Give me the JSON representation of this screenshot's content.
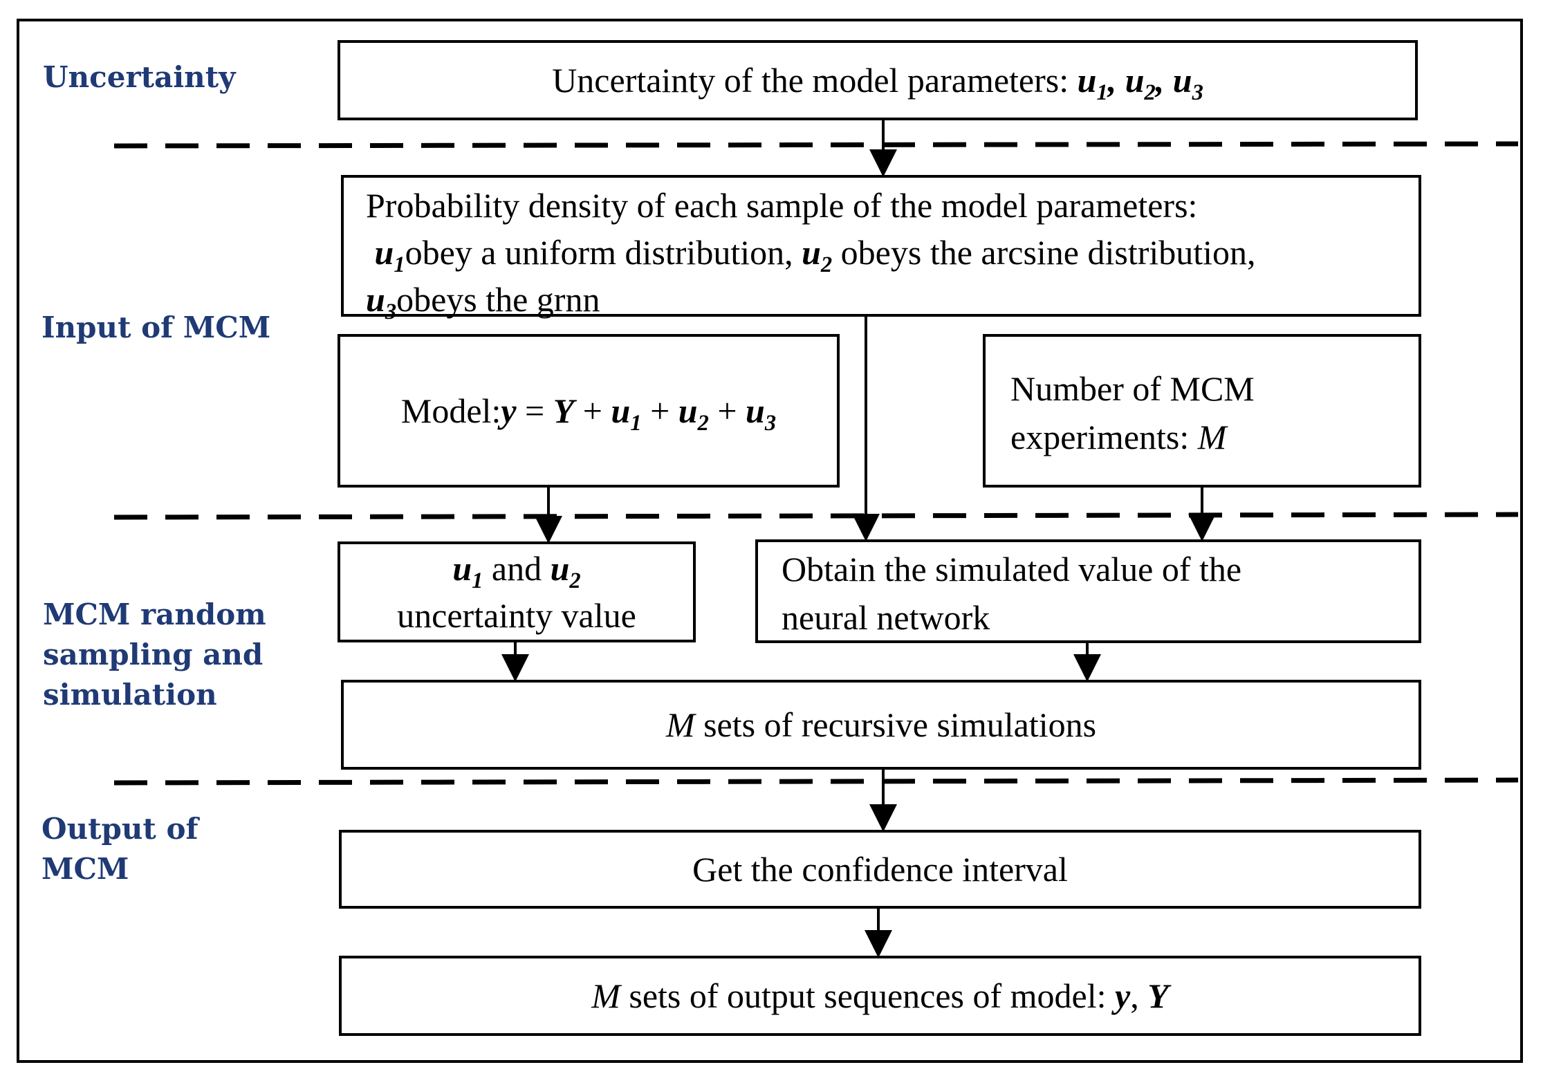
{
  "stages": {
    "uncertainty": "Uncertainty",
    "input": "Input of MCM",
    "sampling": [
      "MCM random",
      "sampling and",
      "simulation"
    ],
    "output": [
      "Output of",
      "MCM"
    ]
  },
  "boxes": {
    "uncertainty_params": {
      "text": "Uncertainty of the model parameters:",
      "vars": [
        "u",
        "1",
        ",",
        "u",
        "2",
        ",",
        "u",
        "3"
      ]
    },
    "probability": {
      "line1": "Probability density of each sample of the model parameters:",
      "u1_text": "obey a uniform distribution,",
      "u2_text": "obeys the arcsine distribution,",
      "u3_text": "obeys the grnn"
    },
    "model": {
      "prefix": "Model:",
      "y": "y",
      "eq": "=",
      "Y": "Y",
      "plus": "+"
    },
    "number_mcm": {
      "line1": "Number of MCM",
      "line2": "experiments:",
      "M": "M"
    },
    "u1u2_uncertainty": {
      "and": "and",
      "line2": "uncertainty value"
    },
    "simulated_value": {
      "line1": "Obtain the simulated value of the",
      "line2": "neural network"
    },
    "recursive": {
      "M": "M",
      "text": "sets of recursive simulations"
    },
    "confidence": {
      "text": "Get the confidence interval"
    },
    "output_sequences": {
      "M": "M",
      "text": "sets of output sequences of model:",
      "y": "y",
      "sep": ",",
      "Y": "Y"
    }
  },
  "symbols": {
    "u": "u",
    "sub1": "1",
    "sub2": "2",
    "sub3": "3"
  },
  "colors": {
    "stage_label": "#1f3a75",
    "line": "#000000"
  }
}
